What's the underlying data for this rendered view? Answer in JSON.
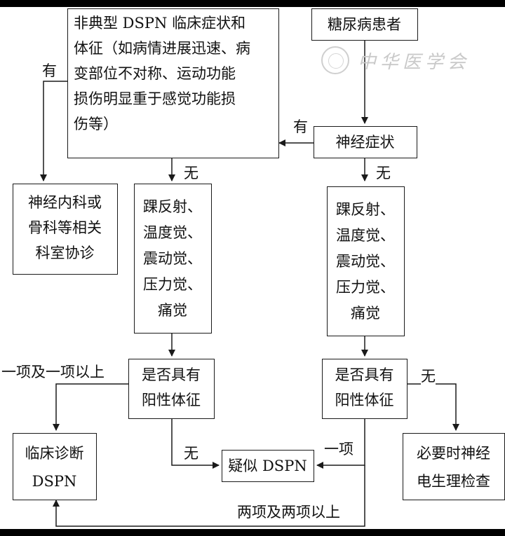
{
  "nodes": {
    "atypical": "非典型 DSPN 临床症状和\n体征（如病情进展迅速、病\n变部位不对称、运动功能\n损伤明显重于感觉功能损\n伤等）",
    "diabetic_patient": "糖尿病患者",
    "neuro_symptoms": "神经症状",
    "consult": "神经内科或\n骨科等相关\n科室协诊",
    "tests_left": "踝反射、\n温度觉、\n震动觉、\n压力觉、\n痛觉",
    "tests_right": "踝反射、\n温度觉、\n震动觉、\n压力觉、\n痛觉",
    "positive_left": "是否具有\n阳性体征",
    "positive_right": "是否具有\n阳性体征",
    "clinical_dx": "临床诊断\nDSPN",
    "suspected": "疑似 DSPN",
    "electro": "必要时神经\n电生理检查"
  },
  "edge_labels": {
    "yes_left": "有",
    "yes_mid": "有",
    "no_left": "无",
    "no_right": "无",
    "one_or_more": "一项及一项以上",
    "no_positive_left": "无",
    "one_item": "一项",
    "no_positive_right": "无",
    "two_or_more": "两项及两项以上"
  },
  "watermark": "中华医学会",
  "colors": {
    "background": "#000000",
    "page": "#ffffff",
    "line": "#1a1a1a",
    "watermark": "#c9c9c9"
  }
}
